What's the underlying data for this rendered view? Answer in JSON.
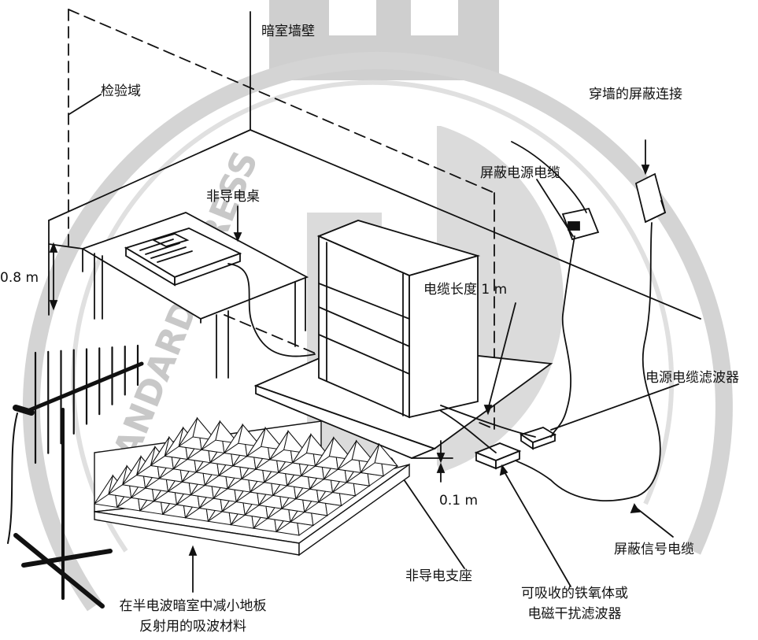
{
  "labels": {
    "chamber_wall": "暗室墙壁",
    "test_volume": "检验域",
    "wall_feedthrough": "穿墙的屏蔽连接",
    "shielded_power_cable": "屏蔽电源电缆",
    "nonconductive_table": "非导电桌",
    "table_height": "0.8 m",
    "cable_length": "电缆长度 1 m",
    "power_cable_filter": "电源电缆滤波器",
    "support_height": "0.1 m",
    "shielded_signal_cable": "屏蔽信号电缆",
    "nonconductive_support": "非导电支座",
    "ferrite_line1": "可吸收的铁氧体或",
    "ferrite_line2": "电磁干扰滤波器",
    "absorber_line1": "在半电波暗室中减小地板",
    "absorber_line2": "反射用的吸波材料"
  },
  "watermark": {
    "text": "STANDARDS PRESS",
    "color": "#c8c8c8"
  },
  "colors": {
    "line": "#111111",
    "watermark": "#c8c8c8"
  }
}
